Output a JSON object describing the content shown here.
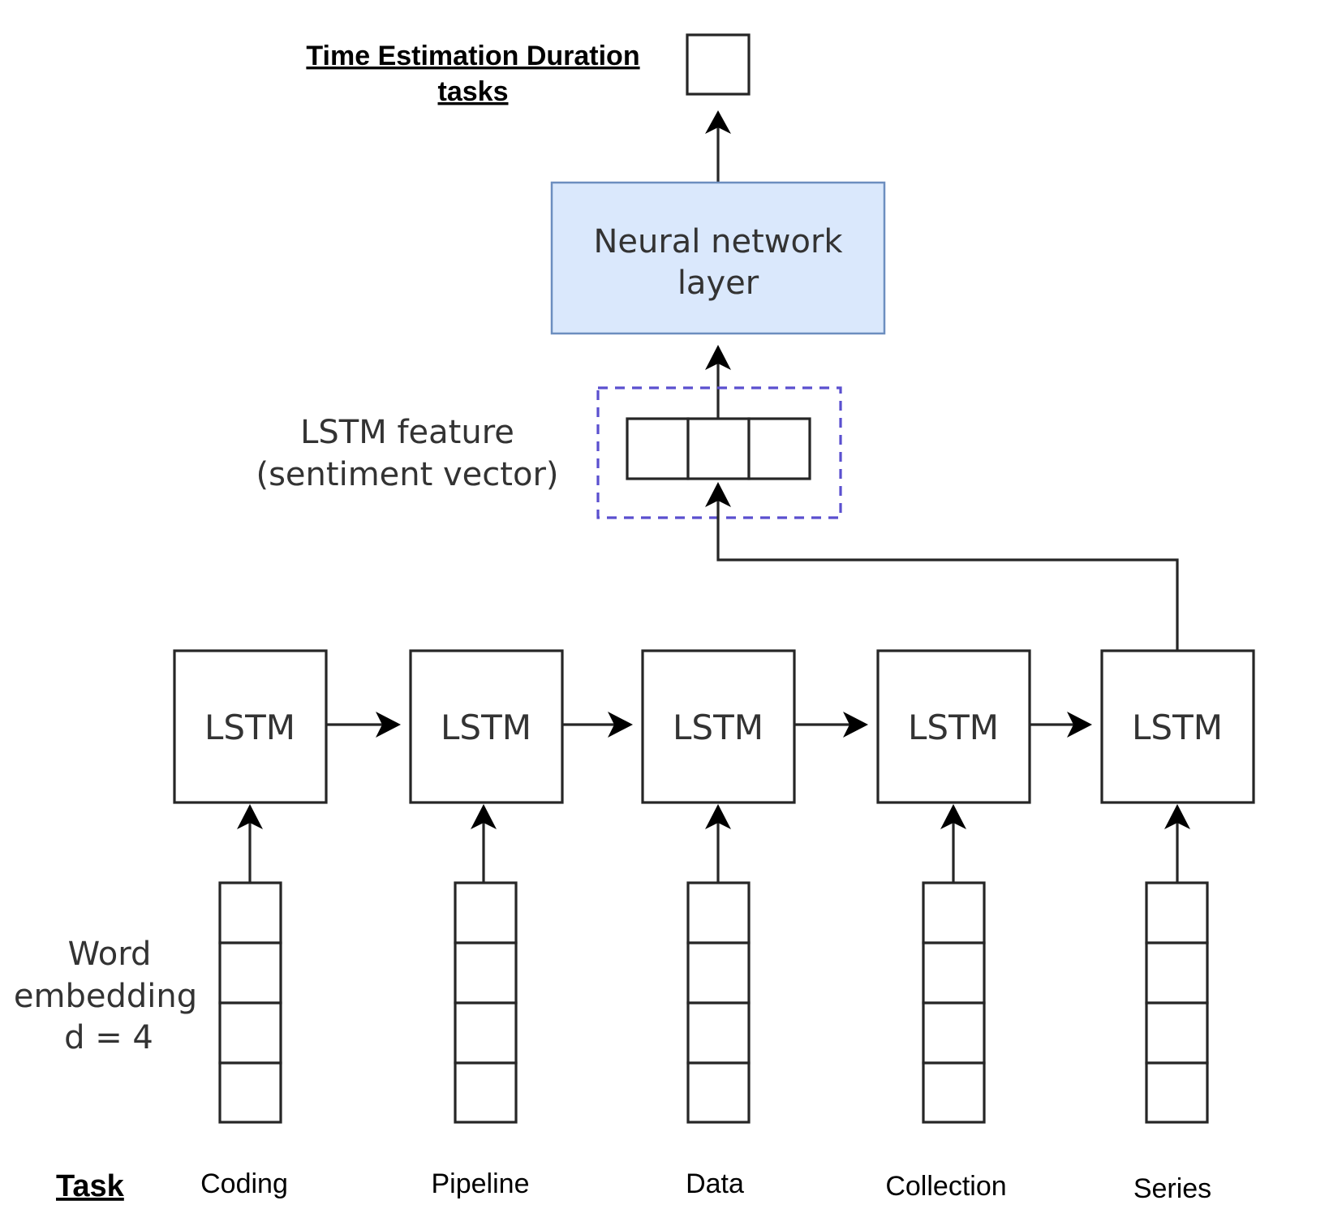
{
  "output": {
    "title_line1": "Time Estimation Duration",
    "title_line2": "tasks"
  },
  "nn_layer": {
    "line1": "Neural network",
    "line2": "layer",
    "fill_color": "#dae8fc",
    "border_color": "#6c8ebf"
  },
  "feature": {
    "line1": "LSTM feature",
    "line2": "(sentiment vector)",
    "dashed_border_color": "#5a4fcf",
    "cell_count": 3
  },
  "lstm_label": "LSTM",
  "embedding": {
    "line1": "Word",
    "line2": "embedding",
    "line3": "d = 4",
    "cell_count": 4
  },
  "task": {
    "label": "Task",
    "words": [
      "Coding",
      "Pipeline",
      "Data",
      "Collection",
      "Series"
    ]
  }
}
